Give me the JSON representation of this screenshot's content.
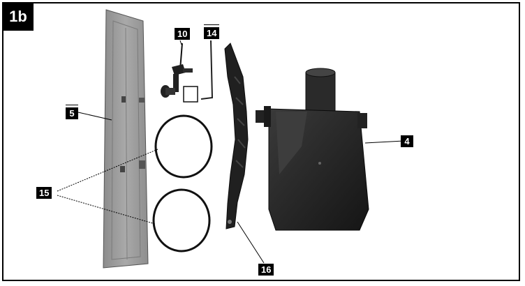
{
  "figure": {
    "label": "1b"
  },
  "callouts": {
    "c4": "4",
    "c5": "5",
    "c10": "10",
    "c14": "14",
    "c15": "15",
    "c16": "16"
  }
}
